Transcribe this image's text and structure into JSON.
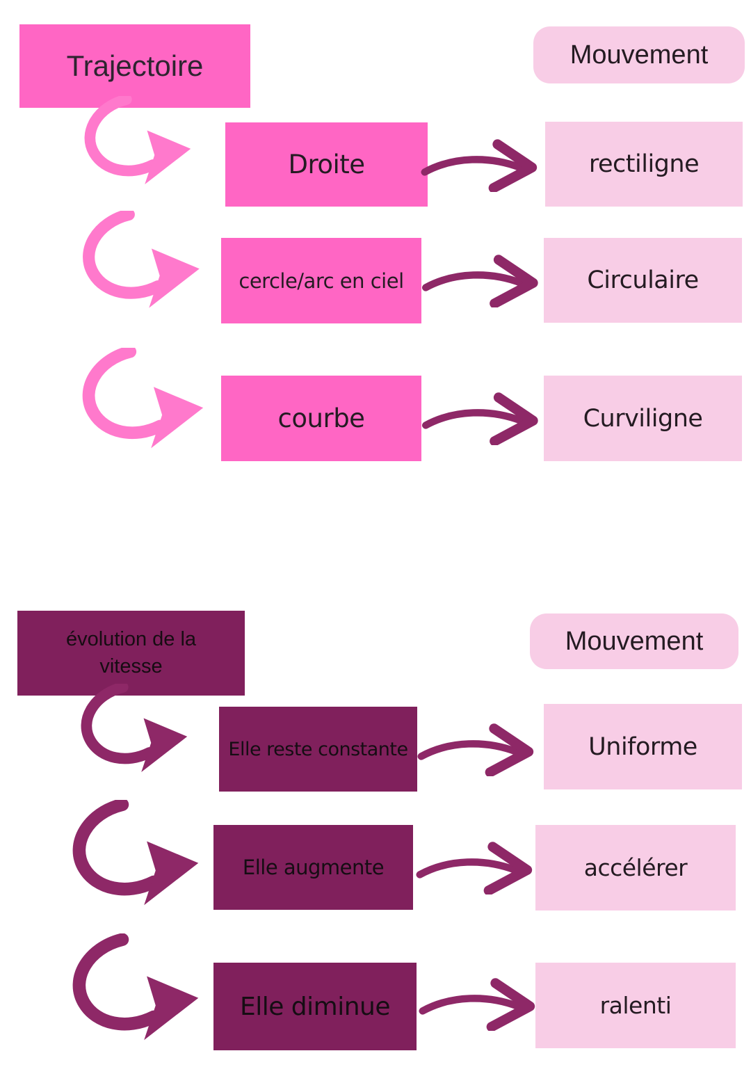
{
  "colors": {
    "hot_pink": "#FF66C4",
    "pink_arrow": "#FF79CC",
    "light_pink": "#F8CDE6",
    "dark_purple": "#80205C",
    "purple_arrow": "#8E2867",
    "text_dark": "#241B22",
    "background": "#FFFFFF"
  },
  "sections": [
    {
      "id": "trajectoire",
      "title": "Trajectoire",
      "header_right": "Mouvement",
      "rows": [
        {
          "source": "Droite",
          "target": "rectiligne"
        },
        {
          "source": "cercle/arc en ciel",
          "target": "Circulaire"
        },
        {
          "source": "courbe",
          "target": "Curviligne"
        }
      ]
    },
    {
      "id": "evolution-vitesse",
      "title_line1": "évolution  de la",
      "title_line2": "vitesse",
      "header_right": "Mouvement",
      "rows": [
        {
          "source": "Elle reste constante",
          "target": "Uniforme"
        },
        {
          "source": "Elle augmente",
          "target": "accélérer"
        },
        {
          "source": "Elle diminue",
          "target": "ralenti"
        }
      ]
    }
  ]
}
